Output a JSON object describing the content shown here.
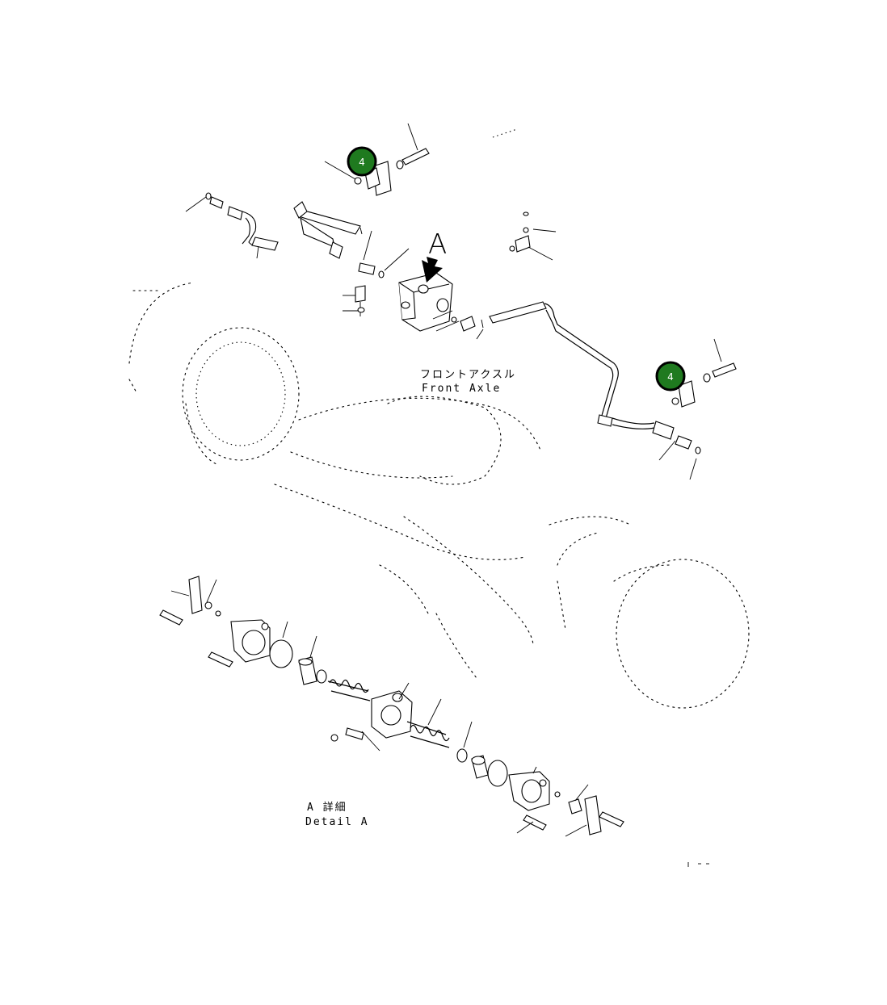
{
  "view_label": "A",
  "center_label": {
    "japanese": "フロントアクスル",
    "english": "Front Axle"
  },
  "detail_label": {
    "japanese": "A 詳細",
    "english": "Detail A"
  },
  "markers": [
    {
      "number": "4"
    },
    {
      "number": "4"
    }
  ],
  "colors": {
    "marker_fill": "#1f7a1f",
    "marker_text": "#ffffff",
    "line": "#000000"
  }
}
